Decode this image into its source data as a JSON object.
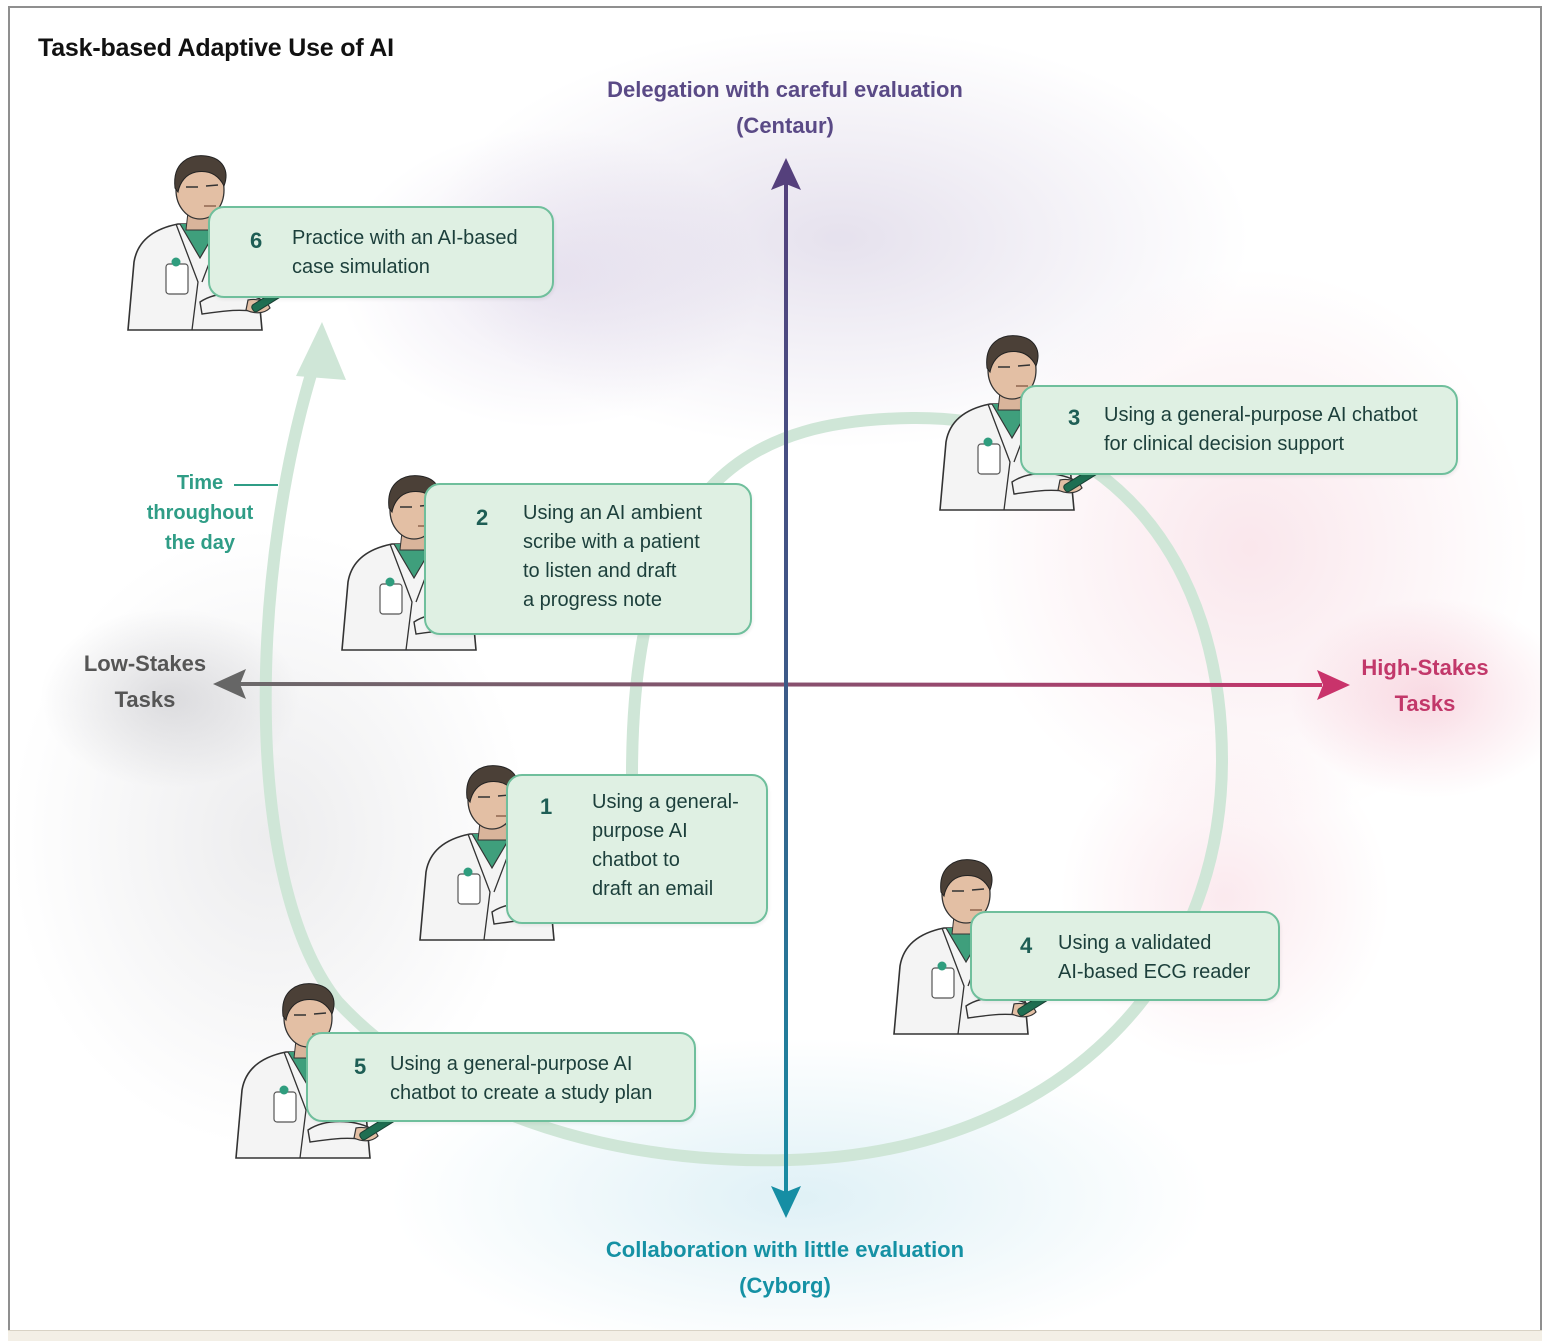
{
  "title": "Task-based Adaptive Use of AI",
  "axes": {
    "top": {
      "line1": "Delegation with careful evaluation",
      "line2": "(Centaur)"
    },
    "bottom": {
      "line1": "Collaboration with little evaluation",
      "line2": "(Cyborg)"
    },
    "left": {
      "line1": "Low-Stakes",
      "line2": "Tasks"
    },
    "right": {
      "line1": "High-Stakes",
      "line2": "Tasks"
    }
  },
  "time_label": {
    "line1": "Time",
    "line2": "throughout",
    "line3": "the day"
  },
  "tasks": [
    {
      "number": "1",
      "text": "Using a general-\npurpose AI\nchatbot to\ndraft an email"
    },
    {
      "number": "2",
      "text": "Using an AI ambient\nscribe with a patient\nto listen and draft\na progress note"
    },
    {
      "number": "3",
      "text": "Using a general-purpose AI chatbot\nfor clinical decision support"
    },
    {
      "number": "4",
      "text": "Using a validated\nAI-based ECG reader"
    },
    {
      "number": "5",
      "text": "Using a general-purpose AI\nchatbot to create a study plan"
    },
    {
      "number": "6",
      "text": "Practice with an AI-based\ncase simulation"
    }
  ],
  "colors": {
    "centaur": "#5a4a86",
    "cyborg": "#1591a4",
    "low_stakes": "#666666",
    "high_stakes": "#c2386a",
    "time": "#2f9d86",
    "task_fill": "#dff0e3",
    "task_border": "#6fbf9c"
  }
}
